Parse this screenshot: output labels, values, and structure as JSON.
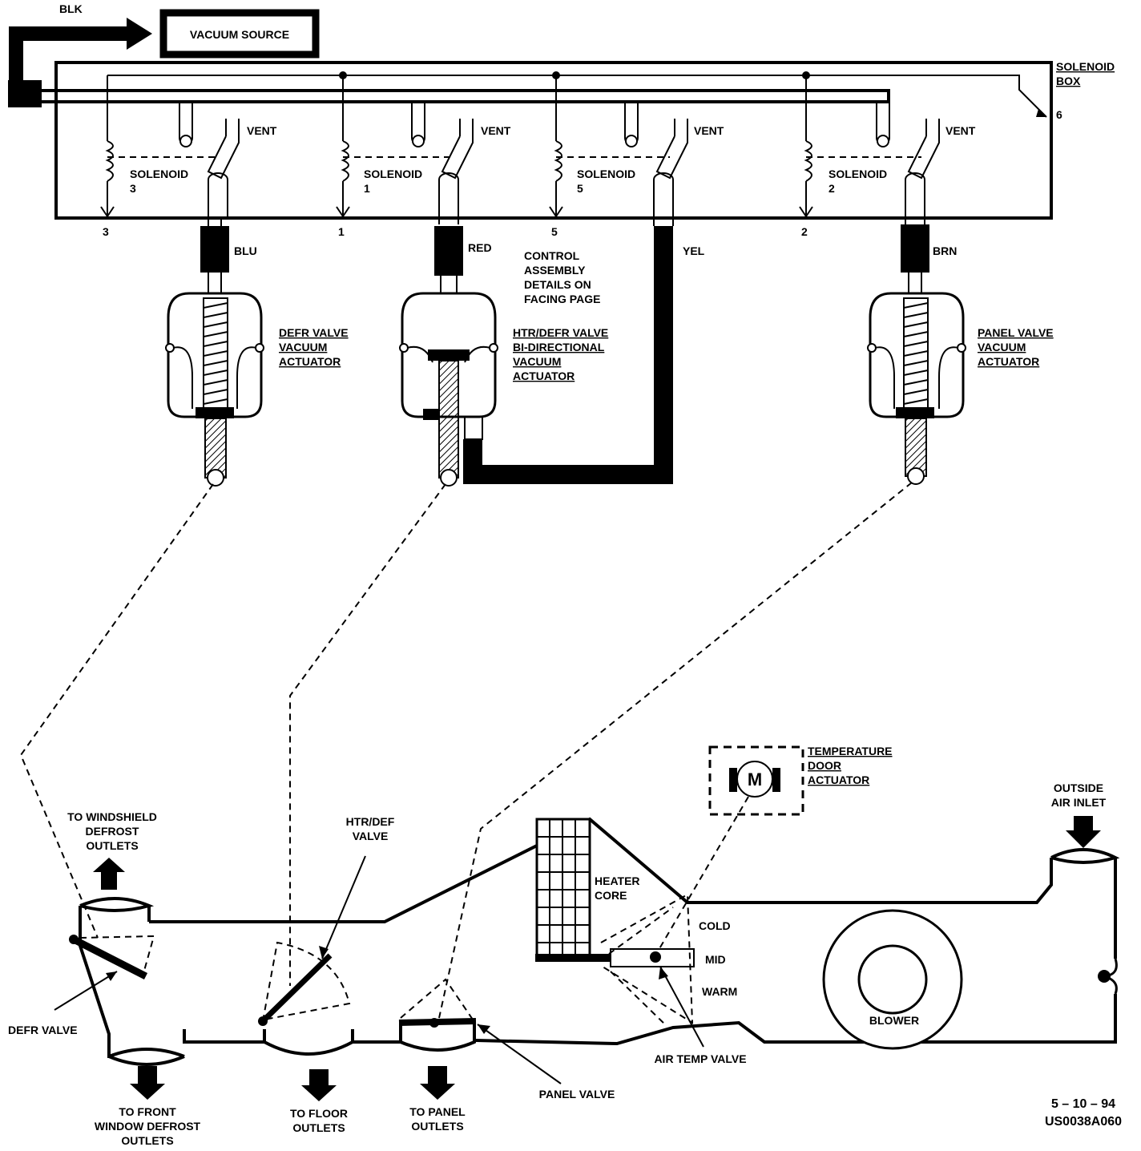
{
  "top": {
    "source_line": "BLK",
    "vacuum_source": "VACUUM SOURCE",
    "solenoid_box_line1": "SOLENOID",
    "solenoid_box_line2": "BOX",
    "port_6": "6",
    "control_note": [
      "CONTROL",
      "ASSEMBLY",
      "DETAILS ON",
      "FACING PAGE"
    ]
  },
  "solenoids": [
    {
      "word": "SOLENOID",
      "num": "3",
      "vent": "VENT",
      "port": "3"
    },
    {
      "word": "SOLENOID",
      "num": "1",
      "vent": "VENT",
      "port": "1"
    },
    {
      "word": "SOLENOID",
      "num": "5",
      "vent": "VENT",
      "port": "5"
    },
    {
      "word": "SOLENOID",
      "num": "2",
      "vent": "VENT",
      "port": "2"
    }
  ],
  "hoses": [
    "BLU",
    "RED",
    "YEL",
    "BRN"
  ],
  "actuators": {
    "defr": [
      "DEFR VALVE",
      "VACUUM",
      "ACTUATOR"
    ],
    "htr": [
      "HTR/DEFR VALVE",
      "BI-DIRECTIONAL",
      "VACUUM",
      "ACTUATOR"
    ],
    "panel": [
      "PANEL VALVE",
      "VACUUM",
      "ACTUATOR"
    ]
  },
  "temp_actuator": {
    "motor": "M",
    "label": [
      "TEMPERATURE",
      "DOOR",
      "ACTUATOR"
    ]
  },
  "duct": {
    "windshield": [
      "TO WINDSHIELD",
      "DEFROST",
      "OUTLETS"
    ],
    "htr_def_valve": [
      "HTR/DEF",
      "VALVE"
    ],
    "heater_core": [
      "HEATER",
      "CORE"
    ],
    "outside_air": [
      "OUTSIDE",
      "AIR INLET"
    ],
    "positions": [
      "COLD",
      "MID",
      "WARM"
    ],
    "blower": "BLOWER",
    "defr_valve": "DEFR VALVE",
    "air_temp_valve": "AIR TEMP VALVE",
    "panel_valve": "PANEL VALVE",
    "front_window": [
      "TO FRONT",
      "WINDOW DEFROST",
      "OUTLETS"
    ],
    "floor": [
      "TO FLOOR",
      "OUTLETS"
    ],
    "panel_outlets": [
      "TO PANEL",
      "OUTLETS"
    ]
  },
  "footer": {
    "date": "5 – 10 – 94",
    "code": "US0038A060"
  }
}
